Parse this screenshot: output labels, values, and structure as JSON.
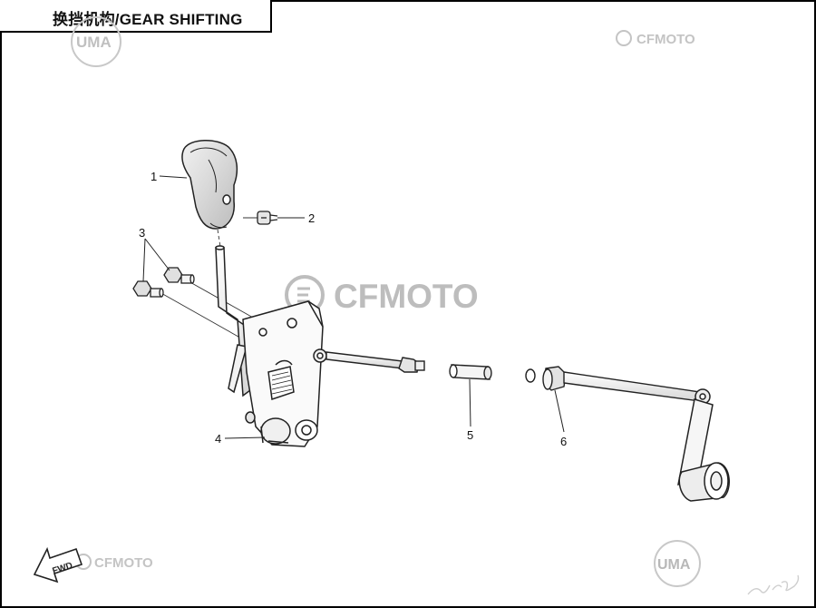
{
  "title": "换挡机构/GEAR SHIFTING",
  "watermarks": {
    "brand_center": "CFMOTO",
    "brand_top_right": "CFMOTO",
    "brand_bottom_left": "CFMOTO",
    "uma_top_left": "UMA",
    "uma_bottom_right": "UMA",
    "fwd_arrow": "FWD"
  },
  "callouts": [
    {
      "number": "1"
    },
    {
      "number": "2"
    },
    {
      "number": "3"
    },
    {
      "number": "4"
    },
    {
      "number": "5"
    },
    {
      "number": "6"
    }
  ],
  "colors": {
    "line": "#222222",
    "watermark": "#bdbdbd"
  }
}
